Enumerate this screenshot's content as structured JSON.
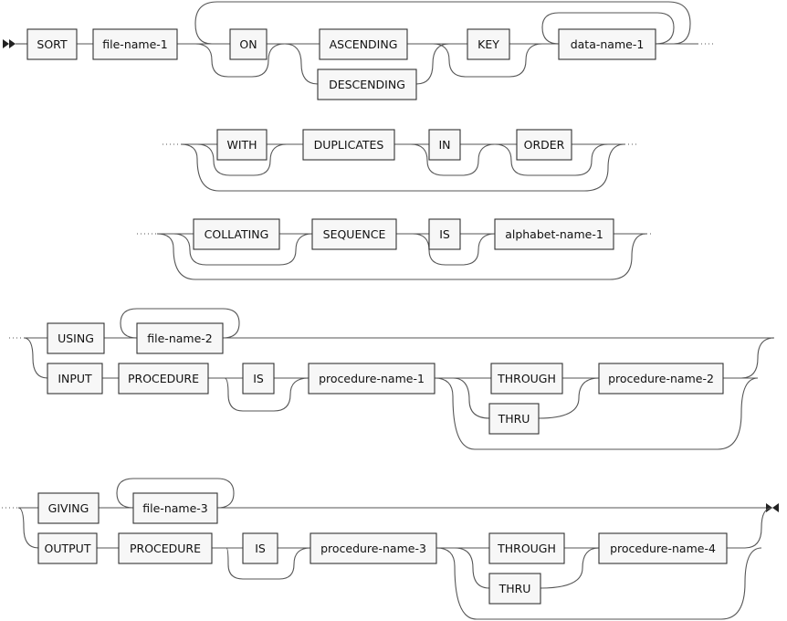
{
  "boxes": {
    "sort": "SORT",
    "file_name_1": "file-name-1",
    "on": "ON",
    "ascending": "ASCENDING",
    "descending": "DESCENDING",
    "key": "KEY",
    "data_name_1": "data-name-1",
    "with": "WITH",
    "duplicates": "DUPLICATES",
    "in": "IN",
    "order": "ORDER",
    "collating": "COLLATING",
    "sequence": "SEQUENCE",
    "is_1": "IS",
    "alphabet_name_1": "alphabet-name-1",
    "using": "USING",
    "file_name_2": "file-name-2",
    "input": "INPUT",
    "procedure_1": "PROCEDURE",
    "is_2": "IS",
    "procedure_name_1": "procedure-name-1",
    "through_1": "THROUGH",
    "thru_1": "THRU",
    "procedure_name_2": "procedure-name-2",
    "giving": "GIVING",
    "file_name_3": "file-name-3",
    "output": "OUTPUT",
    "procedure_2": "PROCEDURE",
    "is_3": "IS",
    "procedure_name_3": "procedure-name-3",
    "through_2": "THROUGH",
    "thru_2": "THRU",
    "procedure_name_4": "procedure-name-4"
  }
}
